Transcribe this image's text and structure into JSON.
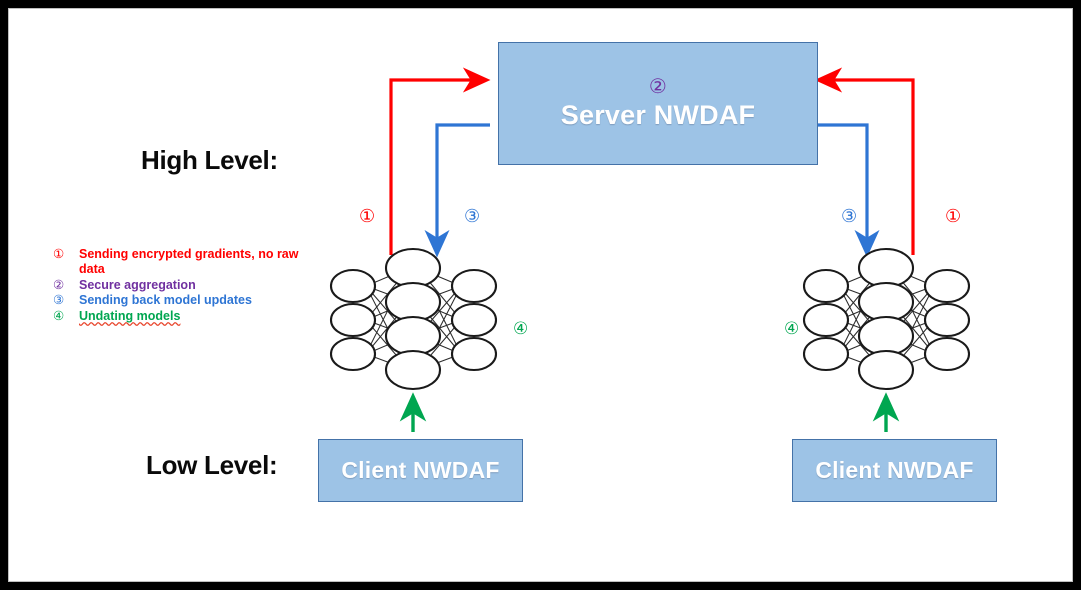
{
  "diagram": {
    "title_context": "Federated learning between Server NWDAF and Client NWDAFs",
    "headings": {
      "high_level": "High Level:",
      "low_level": "Low Level:"
    },
    "server": {
      "label": "Server NWDAF",
      "step_marker": "②",
      "fill_color": "#9DC3E6",
      "border_color": "#4472A8",
      "text_color": "#FFFFFF",
      "marker_color": "#7030A0"
    },
    "clients": [
      {
        "label": "Client NWDAF",
        "side": "left"
      },
      {
        "label": "Client NWDAF",
        "side": "right"
      }
    ],
    "legend": {
      "items": [
        {
          "bullet": "①",
          "text": "Sending encrypted gradients, no raw data",
          "color": "#FF0000",
          "spellcheck_error": false
        },
        {
          "bullet": "②",
          "text": "Secure aggregation",
          "color": "#7030A0",
          "spellcheck_error": false
        },
        {
          "bullet": "③",
          "text": "Sending back model updates",
          "color": "#2E75D4",
          "spellcheck_error": false
        },
        {
          "bullet": "④",
          "text": "Undating models",
          "color": "#00A650",
          "spellcheck_error": true
        }
      ]
    },
    "step_markers": [
      {
        "id": "step1-left",
        "bullet": "①",
        "color": "#FF0000"
      },
      {
        "id": "step3-left",
        "bullet": "③",
        "color": "#2E75D4"
      },
      {
        "id": "step3-right",
        "bullet": "③",
        "color": "#2E75D4"
      },
      {
        "id": "step1-right",
        "bullet": "①",
        "color": "#FF0000"
      },
      {
        "id": "step4-left",
        "bullet": "④",
        "color": "#00A650"
      },
      {
        "id": "step4-right",
        "bullet": "④",
        "color": "#00A650"
      }
    ],
    "arrows": {
      "upload_color": "#FF0000",
      "download_color": "#2E75D4",
      "update_color": "#00A650"
    },
    "neural_network": {
      "layers": [
        3,
        4,
        3
      ],
      "node_outline_color": "#1A1A1A",
      "edge_color": "#2B2B2B"
    },
    "frame": {
      "border_color": "#000000",
      "inner_border_color": "#BFBFBF",
      "background": "#FFFFFF"
    }
  }
}
